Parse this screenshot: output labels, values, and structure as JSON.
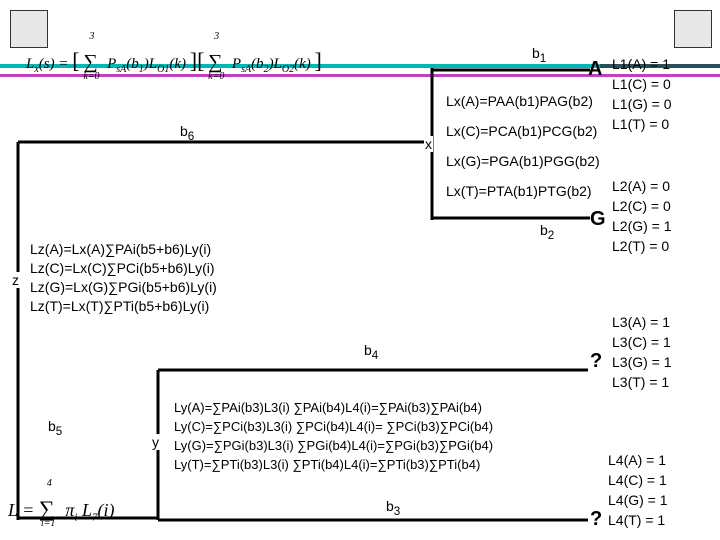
{
  "colors": {
    "stripe_top": "#00b8b8",
    "stripe_bottom": "#c040c0",
    "stripe_dark": "#2a4f57",
    "nav_arrow": "#1e8a3a"
  },
  "nav": {
    "prev_icon": "back-arrow-icon",
    "next_icon": "forward-arrow-icon"
  },
  "formula_top": {
    "lhs": "L",
    "lhs_sub": "x",
    "arg": "(s) =",
    "sum_upper": "3",
    "sum_lower": "k=0",
    "term1": "P",
    "term1_sub": "sA",
    "term1_args": "(b",
    "term1_args_sub": "1",
    "term1_args2": ")L",
    "term1_args2_sub": "O1",
    "term1_end": "(k)",
    "term2": "P",
    "term2_sub": "sA",
    "term2_args": "(b",
    "term2_args_sub": "2",
    "term2_args2": ")L",
    "term2_args2_sub": "O2",
    "term2_end": "(k)"
  },
  "formula_bottom": {
    "lhs": "L =",
    "sum_upper": "4",
    "sum_lower": "i=1",
    "body": "π",
    "body_sub": "i",
    "body2": "L",
    "body2_sub": "7",
    "body_end": "(i)"
  },
  "nodes": {
    "x": "x",
    "y": "y",
    "z": "z"
  },
  "branches": {
    "b1": "b",
    "b1_sub": "1",
    "b2": "b",
    "b2_sub": "2",
    "b3": "b",
    "b3_sub": "3",
    "b4": "b",
    "b4_sub": "4",
    "b5": "b",
    "b5_sub": "5",
    "b6": "b",
    "b6_sub": "6"
  },
  "leaves": {
    "leaf1_char": "A",
    "leaf2_char": "G",
    "leaf3_char": "?",
    "leaf4_char": "?"
  },
  "leaf_values": {
    "L1": [
      "L1(A) = 1",
      "L1(C) = 0",
      "L1(G) = 0",
      "L1(T) = 0"
    ],
    "L2": [
      "L2(A) = 0",
      "L2(C) = 0",
      "L2(G) = 1",
      "L2(T) = 0"
    ],
    "L3": [
      "L3(A) = 1",
      "L3(C) = 1",
      "L3(G) = 1",
      "L3(T) = 1"
    ],
    "L4": [
      "L4(A) = 1",
      "L4(C) = 1",
      "L4(G) = 1",
      "L4(T) = 1"
    ]
  },
  "x_eqs": [
    "Lx(A)=PAA(b1)PAG(b2)",
    "Lx(C)=PCA(b1)PCG(b2)",
    "Lx(G)=PGA(b1)PGG(b2)",
    "Lx(T)=PTA(b1)PTG(b2)"
  ],
  "z_eqs": [
    "Lz(A)=Lx(A)∑PAi(b5+b6)Ly(i)",
    "Lz(C)=Lx(C)∑PCi(b5+b6)Ly(i)",
    "Lz(G)=Lx(G)∑PGi(b5+b6)Ly(i)",
    "Lz(T)=Lx(T)∑PTi(b5+b6)Ly(i)"
  ],
  "y_eqs": [
    "Ly(A)=∑PAi(b3)L3(i) ∑PAi(b4)L4(i)=∑PAi(b3)∑PAi(b4)",
    "Ly(C)=∑PCi(b3)L3(i) ∑PCi(b4)L4(i)= ∑PCi(b3)∑PCi(b4)",
    "Ly(G)=∑PGi(b3)L3(i) ∑PGi(b4)L4(i)=∑PGi(b3)∑PGi(b4)",
    "Ly(T)=∑PTi(b3)L3(i) ∑PTi(b4)L4(i)=∑PTi(b3)∑PTi(b4)"
  ]
}
